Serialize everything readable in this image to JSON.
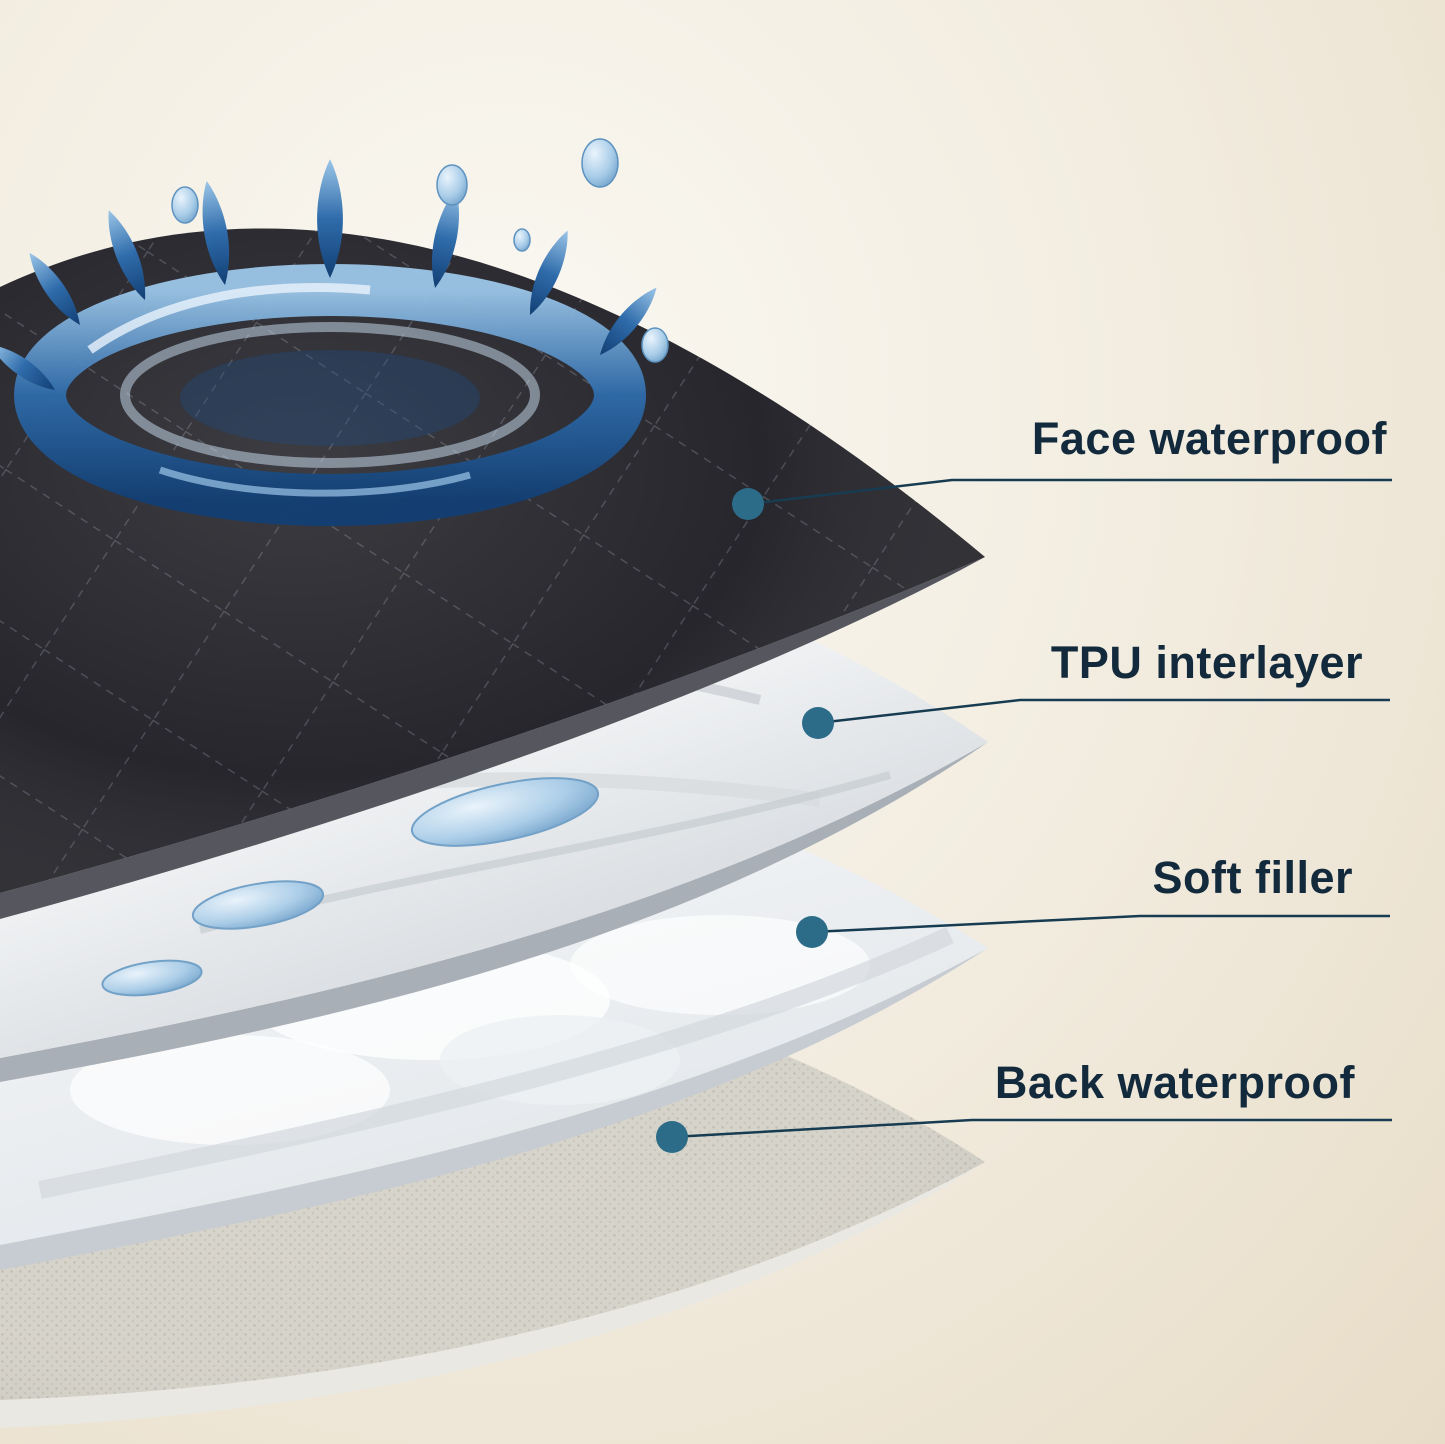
{
  "page": {
    "type": "product-layer-infographic",
    "subject": "waterproof pad four-layer structure"
  },
  "labels": [
    {
      "id": "face",
      "text": "Face waterproof"
    },
    {
      "id": "tpu",
      "text": "TPU interlayer"
    },
    {
      "id": "filler",
      "text": "Soft filler"
    },
    {
      "id": "back",
      "text": "Back waterproof"
    }
  ],
  "layers": [
    {
      "name": "face-waterproof-layer",
      "appearance": "dark quilted fabric with blue water splash"
    },
    {
      "name": "tpu-interlayer",
      "appearance": "glossy white film with water droplets"
    },
    {
      "name": "soft-filler-layer",
      "appearance": "white fluffy padding"
    },
    {
      "name": "back-waterproof-layer",
      "appearance": "woven grey backing"
    }
  ],
  "colors": {
    "background_light": "#faf8f2",
    "background_dark": "#e7dcc7",
    "label_text": "#132a3d",
    "callout_line": "#173c52",
    "callout_dot": "#2c6c88",
    "water_blue": "#2f6cab",
    "fabric_dark": "#26262c"
  }
}
